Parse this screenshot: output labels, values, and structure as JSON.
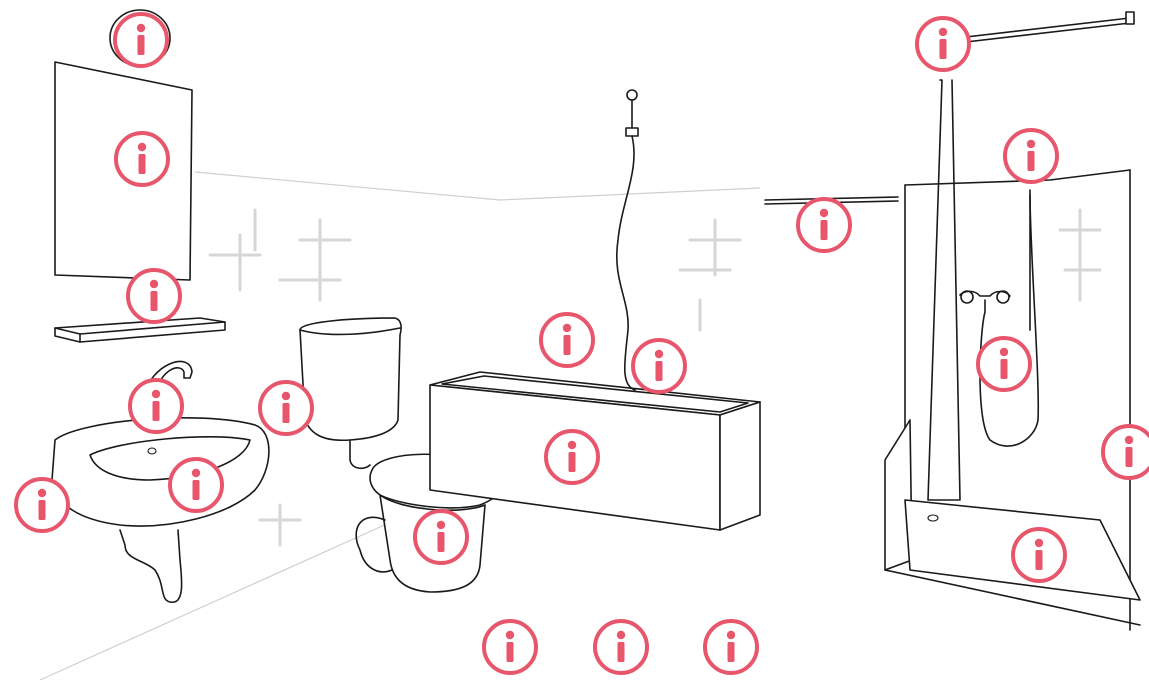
{
  "theme": {
    "accent": "#e8566c",
    "line": "#1a1a1a",
    "background": "#ffffff"
  },
  "scene": {
    "name": "bathroom-illustration",
    "hotspots": [
      {
        "name": "hotspot-ceiling-light",
        "icon": "info-icon"
      },
      {
        "name": "hotspot-mirror",
        "icon": "info-icon"
      },
      {
        "name": "hotspot-shelf",
        "icon": "info-icon"
      },
      {
        "name": "hotspot-faucet",
        "icon": "info-icon"
      },
      {
        "name": "hotspot-sink-basin",
        "icon": "info-icon"
      },
      {
        "name": "hotspot-sink-wall",
        "icon": "info-icon"
      },
      {
        "name": "hotspot-cistern",
        "icon": "info-icon"
      },
      {
        "name": "hotspot-toilet",
        "icon": "info-icon"
      },
      {
        "name": "hotspot-bathtub-wall",
        "icon": "info-icon"
      },
      {
        "name": "hotspot-shower-hose",
        "icon": "info-icon"
      },
      {
        "name": "hotspot-bathtub",
        "icon": "info-icon"
      },
      {
        "name": "hotspot-towel-rail",
        "icon": "info-icon"
      },
      {
        "name": "hotspot-shower-curtain-rod",
        "icon": "info-icon"
      },
      {
        "name": "hotspot-shower-head",
        "icon": "info-icon"
      },
      {
        "name": "hotspot-shower-mixer",
        "icon": "info-icon"
      },
      {
        "name": "hotspot-shower-wall",
        "icon": "info-icon"
      },
      {
        "name": "hotspot-shower-tray",
        "icon": "info-icon"
      },
      {
        "name": "hotspot-floor-left",
        "icon": "info-icon"
      },
      {
        "name": "hotspot-floor-center",
        "icon": "info-icon"
      },
      {
        "name": "hotspot-floor-right",
        "icon": "info-icon"
      }
    ]
  }
}
